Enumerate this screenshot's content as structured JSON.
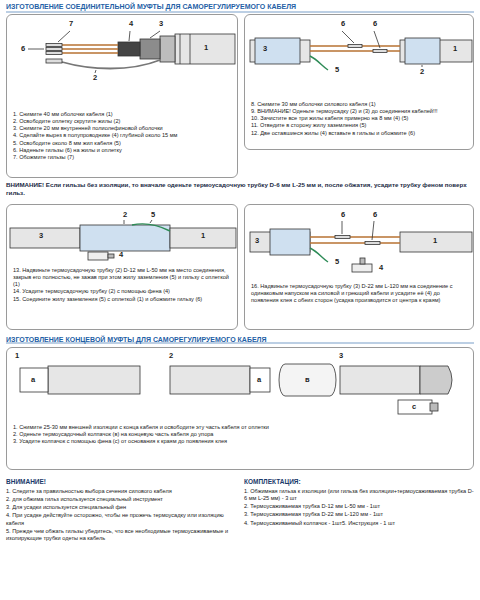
{
  "diagram": {
    "title": "ИЗГОТОВЛЕНИЕ СОЕДИНИТЕЛЬНОЙ МУФТЫ ДЛЯ САМОРЕГУЛИРУЕМОГО КАБЕЛЯ",
    "nodes": [
      {
        "text": [
          "1. Снимите 40 мм оболочки кабеля (1)",
          "2. Освободите оплетку скрутите жилы (2)",
          "3. Снимите 20 мм внутренней полиолефиновой оболочки",
          "4. Сделайте вырез в полупроводнике (4) глубиной около 15 мм",
          "5. Освободите около 8 мм жил кабеля (5)",
          "6. Наденьте гильзы (6) на жилы и оплетку",
          "7. Обожмите гильзы (7)"
        ]
      },
      {
        "text": [
          "8. Снимите 30 мм оболочки силового кабеля (1)",
          "9. ВНИМАНИЕ! Оденьте термоусадку (2) и (3) до соединения кабелей!!!",
          "10. Зачистите все три жилы кабеля примерно на 8 мм (4) (5)",
          "11. Отведите в сторону жилу заземления (5)",
          "12. Две оставшиеся жилы (4) вставьте в гильзы и обожмите (6)"
        ]
      },
      {
        "text": [
          "13. Надвиньте термоусадочную трубку (2) D-12 мм L-50 мм на место соединения, закрыв его полностью, не зажав при этом жилу заземления (5) и гильзу с оплеткой (1)",
          "14. Усадите термоусадочную трубку (2) с помощью фена (4)",
          "15. Соедините жилу заземления (5) с оплеткой (1) и обожмите гильзу (6)"
        ]
      },
      {
        "text": [
          "16. Надвиньте термоусадочную трубку (3) D-22 мм L-120 мм на соединение с одинаковым напуском на силовой и греющий кабели и усадите её (4) до появления клея с обеих сторон (усадка производится от центра к краям)"
        ]
      },
      {
        "text": [
          "1. Снимите 25-30 мм внешней изоляции с конца кабеля и освободите эту часть кабеля от оплетки",
          "2. Оденьте термоусадочный колпачок (в) на концевую часть кабеля до упора",
          "3. Усадите колпачок с помощью фена (с) от основания к краям до появления клея"
        ]
      }
    ],
    "labels": [
      "ИЗГОТОВЛЕНИЕ КОНЦЕВОЙ МУФТЫ ДЛЯ САМОРЕГУЛИРУЕМОГО КАБЕЛЯ",
      "ВНИМАНИЕ! Если гильзы без изоляции, то вначале оденьте термоусадочную трубку D-6 мм L-25 мм и, после обжатия, усадите трубку феном поверх гильз.",
      "7",
      "4",
      "3",
      "6",
      "2",
      "1",
      "6",
      "6",
      "3",
      "1",
      "5",
      "2",
      "2",
      "5",
      "3",
      "4",
      "1",
      "6",
      "6",
      "3",
      "5",
      "1",
      "4",
      "1",
      "2",
      "3",
      "a",
      "a",
      "в",
      "с",
      "ВНИМАНИЕ!",
      "1. Следите за правильностью выбора сечения силового кабеля",
      "2. для обжима гильз используется специальный инструмент",
      "3. Для усадки используется специальный фен",
      "4. При усадке действуйте осторожно, чтобы не прожечь термоусадку или изоляцию кабеля",
      "5. Прежде чем обжать гильзы убедитесь, что все необходимые термоусаживаемые и изолирующие трубки одеты на кабель",
      "КОМПЛЕКТАЦИЯ:",
      "1. Обжимная гильза к изоляции (или гильза без изоляции+термоусаживаемая трубка D-6 мм L-25 мм) - 3 шт",
      "2. Термоусаживаемая трубка D-12 мм L-50 мм - 1шт",
      "3. Термоусаживаемая трубка D-22 мм L-120 мм - 1шт",
      "4. Термоусаживаемый колпачок - 1шт5. Инструкция - 1 шт"
    ]
  }
}
